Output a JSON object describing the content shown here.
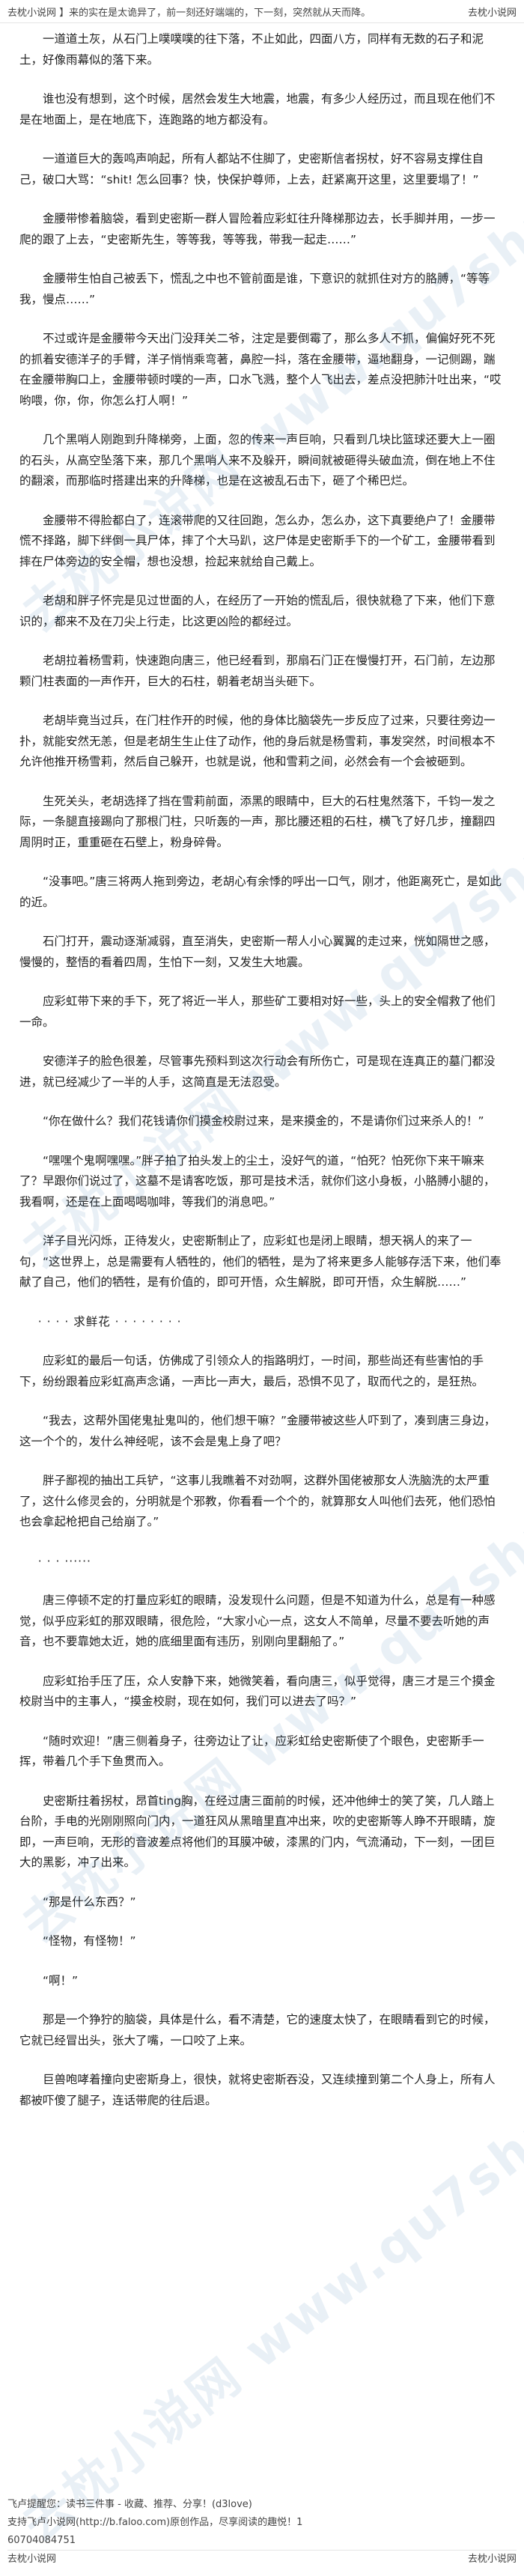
{
  "header": {
    "snippet": "去枕小说网 】来的实在是太诡异了，前一刻还好端端的，下一刻，突然就从天而降。",
    "site_label": "去枕小说网"
  },
  "paragraphs": [
    "一道道土灰，从石门上噗噗噗的往下落，不止如此，四面八方，同样有无数的石子和泥土，好像雨幕似的落下来。",
    "谁也没有想到，这个时候，居然会发生大地震，地震，有多少人经历过，而且现在他们不是在地面上，是在地底下，连跑路的地方都没有。",
    "一道道巨大的轰鸣声响起，所有人都站不住脚了，史密斯信者拐杖，好不容易支撑住自己，破口大骂：“shit! 怎么回事？快，快保护尊师，上去，赶紧离开这里，这里要塌了！”",
    "金腰带惨着脑袋，看到史密斯一群人冒险着应彩虹往升降梯那边去，长手脚并用，一步一爬的跟了上去，“史密斯先生，等等我，等等我，带我一起走……”",
    "金腰带生怕自己被丢下，慌乱之中也不管前面是谁，下意识的就抓住对方的胳膊，“等等我，慢点……”",
    "不过或许是金腰带今天出门没拜关二爷，注定是要倒霉了，那么多人不抓，偏偏好死不死的抓着安德洋子的手臂，洋子悄悄乘弯著，鼻腔一抖，落在金腰带，逼地翻身，一记侧踢，踹在金腰带胸口上，金腰带顿时噗的一声，口水飞溅，整个人飞出去，差点没把肺汁吐出来，“哎哟喂，你，你，你怎么打人啊！”",
    "几个黑哨人刚跑到升降梯旁，上面，忽的传来一声巨响，只看到几块比篮球还要大上一圈的石头，从高空坠落下来，那几个黑哨人来不及躲开，瞬间就被砸得头破血流，倒在地上不住的翻滚，而那临时搭建出来的升降梯，也是在这被乱石击下，砸了个稀巴烂。",
    "金腰带不得脸都白了，连滚带爬的又往回跑，怎么办，怎么办，这下真要绝户了！金腰带慌不择路，脚下绊倒一具尸体，摔了个大马趴，这尸体是史密斯手下的一个矿工，金腰带看到摔在尸体旁边的安全帽，想也没想，捡起来就给自己戴上。",
    "老胡和胖子怀完是见过世面的人，在经历了一开始的慌乱后，很快就稳了下来，他们下意识的，都来不及在刀尖上行走，比这更凶险的都经过。",
    "老胡拉着杨雪莉，快速跑向唐三，他已经看到，那扇石门正在慢慢打开，石门前，左边那颗门柱表面的一声作开，巨大的石柱，朝着老胡当头砸下。",
    "老胡毕竟当过兵，在门柱作开的时候，他的身体比脑袋先一步反应了过来，只要往旁边一扑，就能安然无恙，但是老胡生生止住了动作，他的身后就是杨雪莉，事发突然，时间根本不允许他推开杨雪莉，然后自己躲开，也就是说，他和雪莉之间，必然会有一个会被砸到。",
    "生死关头，老胡选择了挡在雪莉前面，添黑的眼睛中，巨大的石柱鬼然落下，千钧一发之际，一条腿直接踢向了那根门柱，只听轰的一声，那比腰还粗的石柱，横飞了好几步，撞翻四周阴时正，重重砸在石壁上，粉身碎骨。",
    "“没事吧。”唐三将两人拖到旁边，老胡心有余悸的呼出一口气，刚才，他距离死亡，是如此的近。",
    "石门打开，震动逐渐减弱，直至消失，史密斯一帮人小心翼翼的走过来，恍如隔世之感，慢慢的，整悟的看着四周，生怕下一刻，又发生大地震。",
    "应彩虹带下来的手下，死了将近一半人，那些矿工要相对好一些，头上的安全帽救了他们一命。",
    "安德洋子的脸色很差，尽管事先预料到这次行动会有所伤亡，可是现在连真正的墓门都没进，就已经减少了一半的人手，这简直是无法忍受。",
    "“你在做什么？我们花钱请你们摸金校尉过来，是来摸金的，不是请你们过来杀人的！”",
    "“嘿嘿个鬼啊嘿嘿。”胖子拍了拍头发上的尘土，没好气的道，“怕死？怕死你下来干嘛来了？早跟你们说过了，这墓不是请客吃饭，那可是技术活，就你们这小身板，小胳膊小腿的，我看啊，还是在上面喝喝咖啡，等我们的消息吧。”",
    "洋子目光闪烁，正待发火，史密斯制止了，应彩虹也是闭上眼睛，想天祸人的来了一句，“这世界上，总是需要有人牺牲的，他们的牺牲，是为了将来更多人能够存活下来，他们奉献了自己，他们的牺牲，是有价值的，即可开悟，众生解脱，即可开悟，众生解脱……”",
    "· · · · 求鲜花 · · · · · · · ·",
    "应彩虹的最后一句话，仿佛成了引领众人的指路明灯，一时间，那些尚还有些害怕的手下，纷纷跟着应彩虹高声念诵，一声比一声大，最后，恐惧不见了，取而代之的，是狂热。",
    "“我去，这帮外国佬鬼扯鬼叫的，他们想干嘛？”金腰带被这些人吓到了，凑到唐三身边，这一个个的，发什么神经呢，该不会是鬼上身了吧？",
    "胖子鄙视的抽出工兵铲，“这事儿我瞧着不对劲啊，这群外国佬被那女人洗脑洗的太严重了，这什么修灵会的，分明就是个邪教，你看看一个个的，就算那女人叫他们去死，他们恐怕也会拿起枪把自己给崩了。”",
    "· · · ······",
    "唐三停顿不定的打量应彩虹的眼睛，没发现什么问题，但是不知道为什么，总是有一种感觉，似乎应彩虹的那双眼睛，很危险，“大家小心一点，这女人不简单，尽量不要去听她的声音，也不要靠她太近，她的底细里面有违历，别刚向里翻船了。”",
    "应彩虹抬手压了压，众人安静下来，她微笑着，看向唐三，似乎觉得，唐三才是三个摸金校尉当中的主事人，“摸金校尉，现在如何，我们可以进去了吗？”",
    "“随时欢迎！”唐三侧着身子，往旁边让了让，应彩虹给史密斯使了个眼色，史密斯手一挥，带着几个手下鱼贯而入。",
    "史密斯拄着拐杖，昂首ting胸，在经过唐三面前的时候，还冲他绅士的笑了笑，几人踏上台阶，手电的光刚刚照向门内，一道狂风从黑暗里直冲出来，吹的史密斯等人睁不开眼睛，旋即，一声巨响，无形的音波差点将他们的耳膜冲破，漆黑的门内，气流涌动，下一刻，一团巨大的黑影，冲了出来。",
    "“那是什么东西？”",
    "“怪物，有怪物！”",
    "“啊！”",
    "那是一个狰狞的脑袋，具体是什么，看不清楚，它的速度太快了，在眼睛看到它的时候，它就已经冒出头，张大了嘴，一口咬了上来。",
    "巨兽咆哮着撞向史密斯身上，很快，就将史密斯吞没，又连续撞到第二个人身上，所有人都被吓傻了腿子，连话带爬的往后退。"
  ],
  "footer": {
    "line1": "飞卢提醒您：读书三件事 - 收藏、推荐、分享！(d3love)",
    "line2": "支持飞卢小说网(http://b.faloo.com)原创作品，尽享阅读的趣悦！1",
    "line3": "60704084751",
    "bottom_left": "去枕小说网",
    "bottom_right": "去枕小说网"
  },
  "watermark": {
    "text": "去枕小说网 www.qu7shuo.com",
    "color": "#286eaa"
  }
}
